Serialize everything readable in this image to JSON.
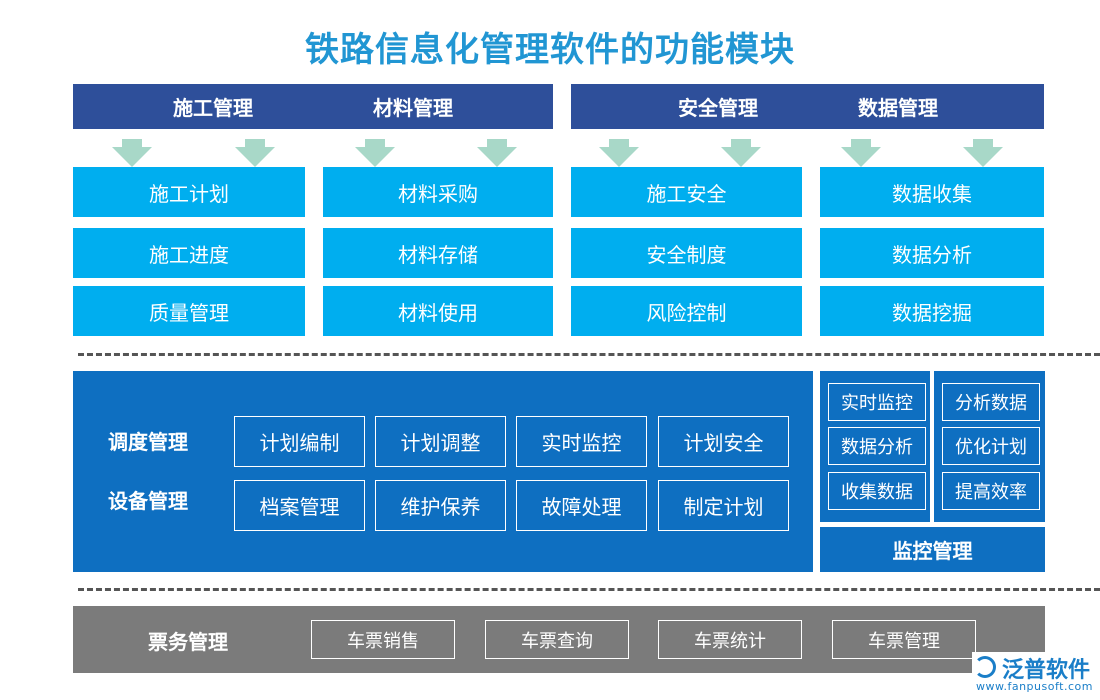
{
  "title": "铁路信息化管理软件的功能模块",
  "top": {
    "groups": [
      {
        "header": "施工管理",
        "items": [
          "施工计划",
          "施工进度",
          "质量管理"
        ]
      },
      {
        "header": "材料管理",
        "items": [
          "材料采购",
          "材料存储",
          "材料使用"
        ]
      },
      {
        "header": "安全管理",
        "items": [
          "施工安全",
          "安全制度",
          "风险控制"
        ]
      },
      {
        "header": "数据管理",
        "items": [
          "数据收集",
          "数据分析",
          "数据挖掘"
        ]
      }
    ]
  },
  "middle": {
    "dispatch_label": "调度管理",
    "dispatch_items": [
      "计划编制",
      "计划调整",
      "实时监控",
      "计划安全"
    ],
    "equipment_label": "设备管理",
    "equipment_items": [
      "档案管理",
      "维护保养",
      "故障处理",
      "制定计划"
    ],
    "monitor_left": [
      "实时监控",
      "数据分析",
      "收集数据"
    ],
    "monitor_right": [
      "分析数据",
      "优化计划",
      "提高效率"
    ],
    "monitor_label": "监控管理"
  },
  "bottom": {
    "label": "票务管理",
    "items": [
      "车票销售",
      "车票查询",
      "车票统计",
      "车票管理"
    ]
  },
  "logo": {
    "name": "泛普软件",
    "url": "www.fanpusoft.com"
  },
  "colors": {
    "title": "#2196d3",
    "header": "#2e4f9a",
    "module": "#00aeef",
    "arrow": "#a8d8c8",
    "panel": "#0e6fc1",
    "ticket_panel": "#7b7b7b"
  }
}
